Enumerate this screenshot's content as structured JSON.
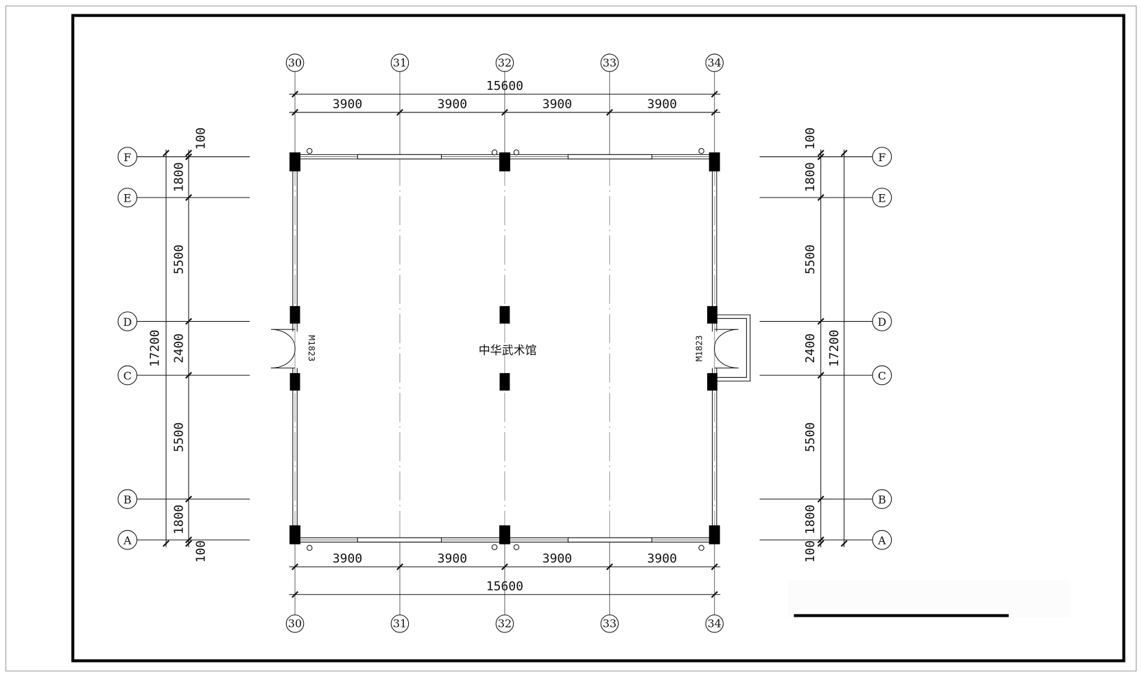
{
  "drawing": {
    "room_label": "中华武术馆",
    "door_left": "M1823",
    "door_right": "M1823",
    "axes_x": [
      "30",
      "31",
      "32",
      "33",
      "34"
    ],
    "axes_y": [
      "F",
      "E",
      "D",
      "C",
      "B",
      "A"
    ],
    "top_total": "15600",
    "top_bays": [
      "3900",
      "3900",
      "3900",
      "3900"
    ],
    "bottom_total": "15600",
    "bottom_bays": [
      "3900",
      "3900",
      "3900",
      "3900"
    ],
    "left_total": "17200",
    "left_bays": [
      "1800",
      "5500",
      "2400",
      "5500",
      "1800"
    ],
    "left_offsets": [
      "100",
      "100"
    ],
    "right_total": "17200",
    "right_bays": [
      "1800",
      "5500",
      "2400",
      "5500",
      "1800"
    ],
    "right_offsets": [
      "100",
      "100"
    ]
  },
  "colors": {
    "line": "#111111",
    "axis": "#888888",
    "frame": "#000000"
  }
}
